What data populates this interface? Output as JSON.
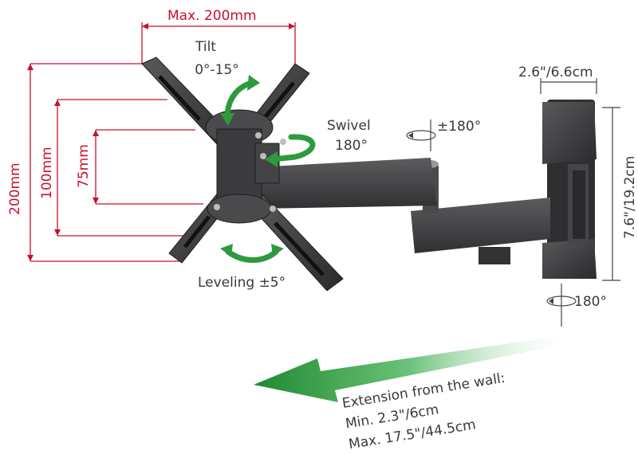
{
  "labels": {
    "max_width": "Max. 200mm",
    "tilt_title": "Tilt",
    "tilt_range": "0°-15°",
    "swivel_title": "Swivel",
    "swivel_range": "180°",
    "arm_rotation": "±180°",
    "leveling": "Leveling ±5°",
    "wall_width": "2.6\"/6.6cm",
    "wall_height": "7.6\"/19.2cm",
    "wall_rotation": "180°",
    "vesa_200": "200mm",
    "vesa_100": "100mm",
    "vesa_75": "75mm",
    "extension_title": "Extension from the wall:",
    "extension_min": "Min. 2.3\"/6cm",
    "extension_max": "Max. 17.5\"/44.5cm"
  },
  "colors": {
    "dimension_red": "#c8102e",
    "arrow_green": "#2e9a3e",
    "mount_dark": "#3d3d3f",
    "text_grey": "#3a3a3a"
  }
}
